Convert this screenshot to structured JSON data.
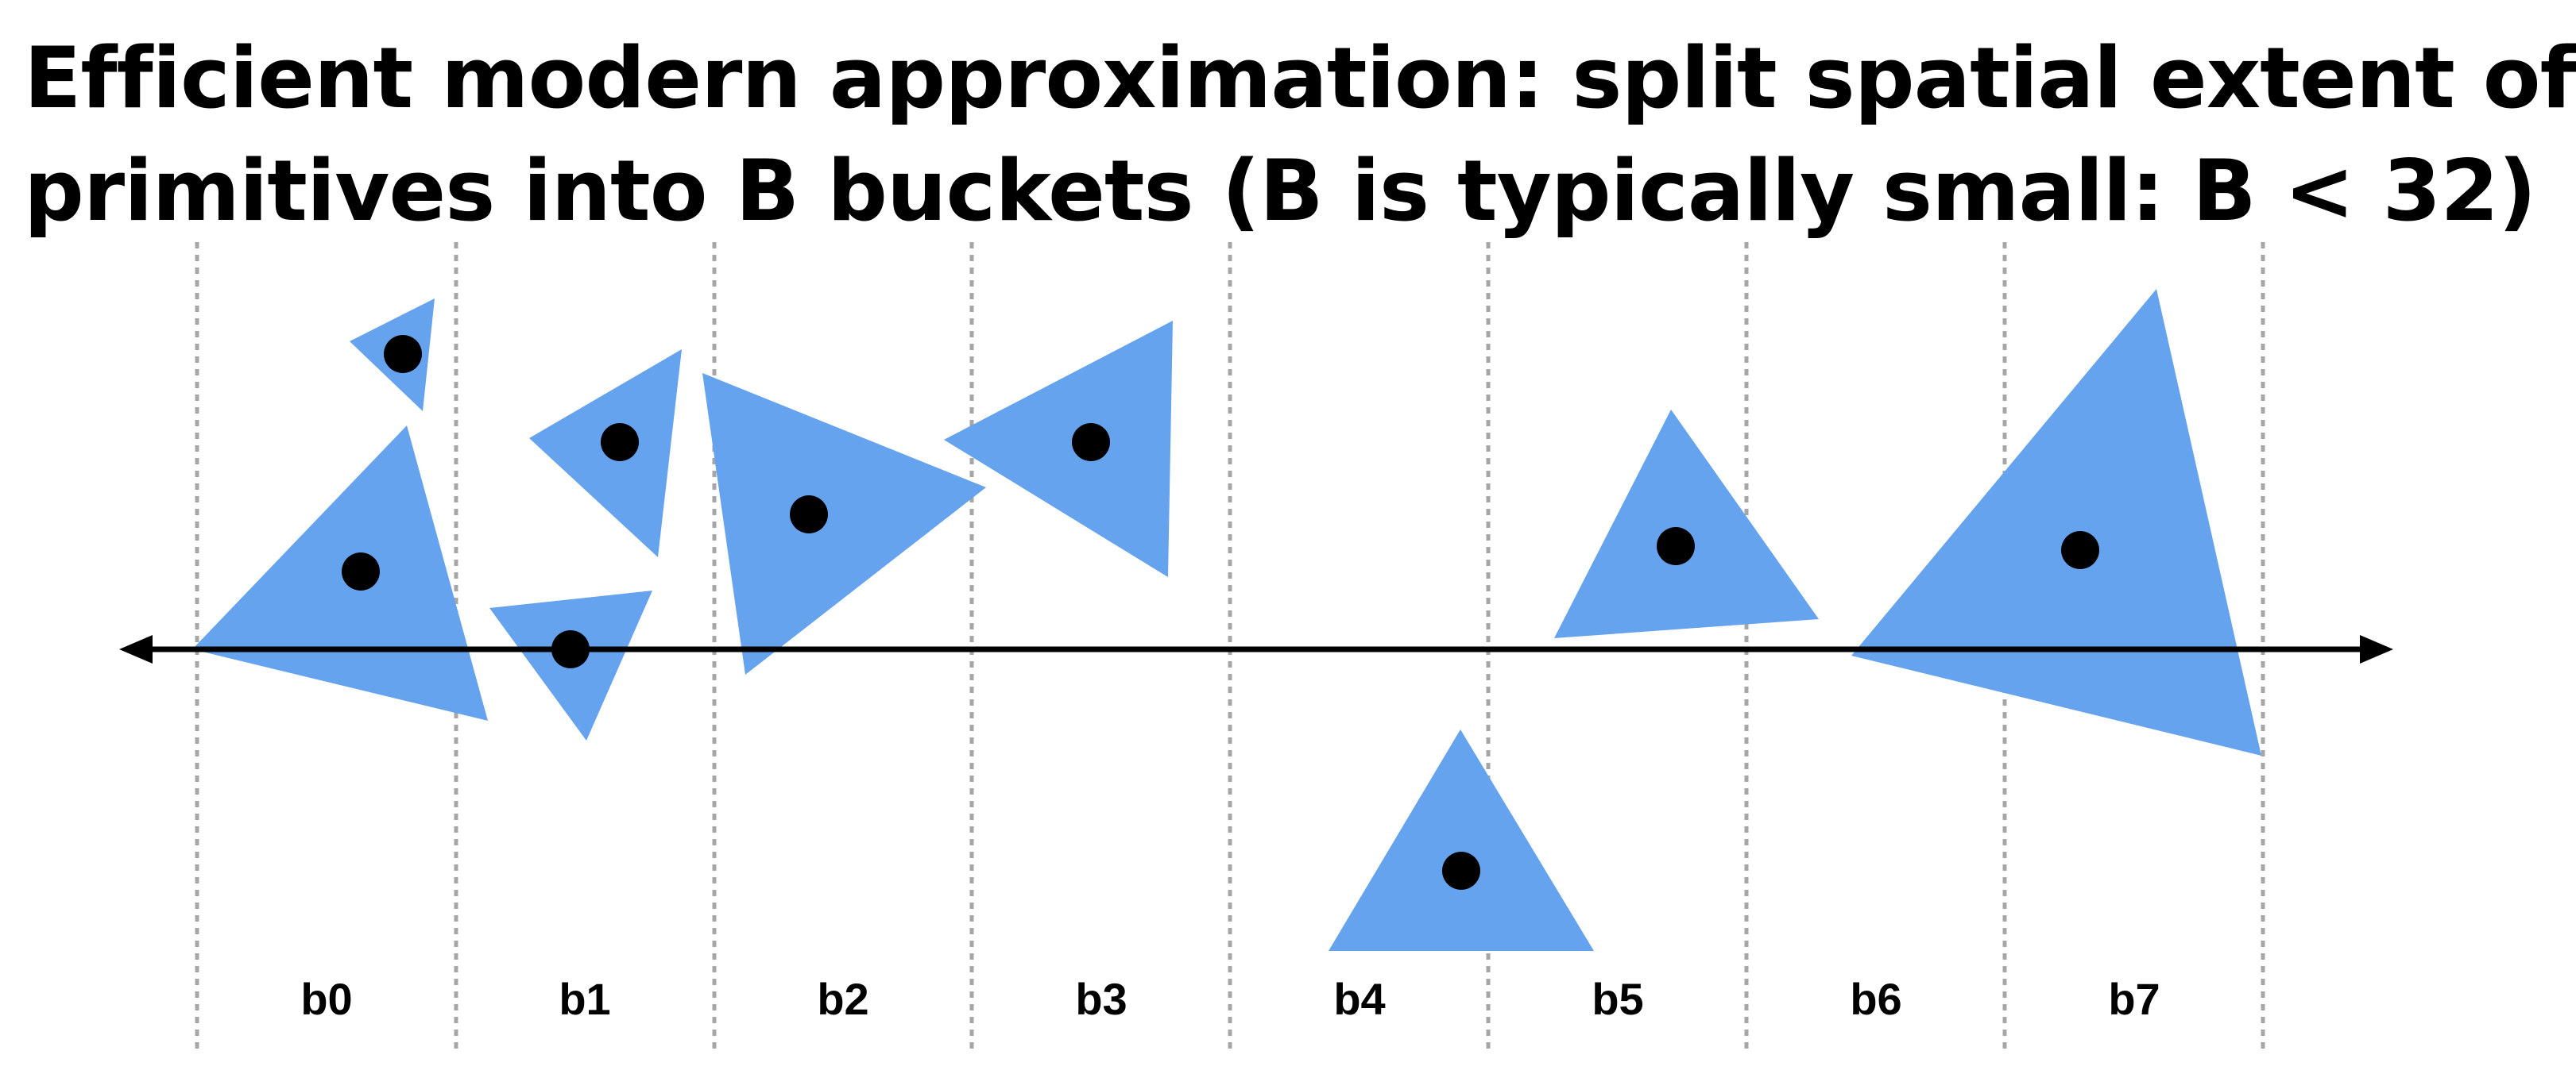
{
  "title": {
    "line1": "Efficient modern approximation: split spatial extent of",
    "line2": "primitives into B buckets (B is typically small: B < 32)"
  },
  "colors": {
    "triangle_fill": "#66a3ee",
    "centroid": "#000000",
    "axis": "#000000",
    "divider": "#a6a6a6",
    "text": "#000000"
  },
  "buckets": [
    {
      "label": "b0"
    },
    {
      "label": "b1"
    },
    {
      "label": "b2"
    },
    {
      "label": "b3"
    },
    {
      "label": "b4"
    },
    {
      "label": "b5"
    },
    {
      "label": "b6"
    },
    {
      "label": "b7"
    }
  ]
}
